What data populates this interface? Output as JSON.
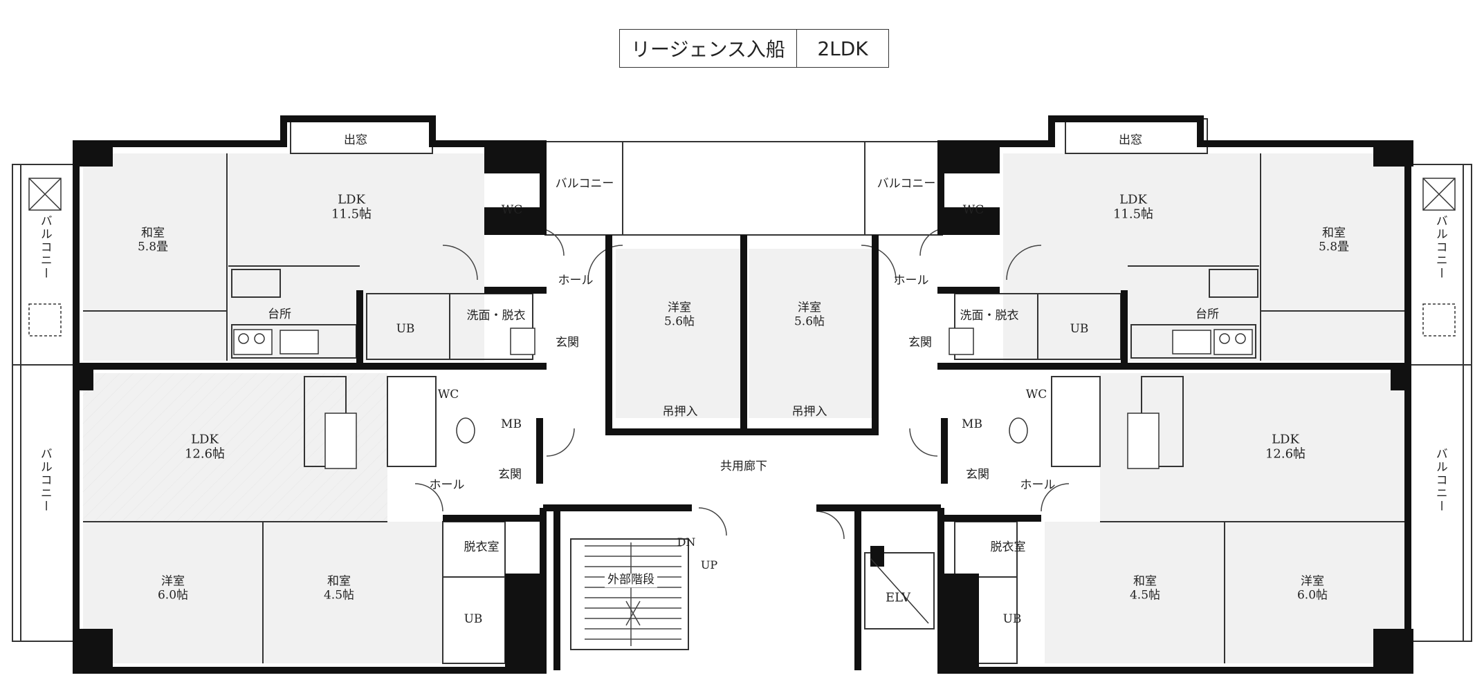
{
  "header": {
    "property_name": "リージェンス入船",
    "layout_type": "2LDK"
  },
  "rooms": {
    "demado": "出窓",
    "balcony": "バルコニー",
    "balcony_side": "バルコニー",
    "wc": "WC",
    "ldk": "LDK",
    "ldk_115": "11.5帖",
    "ldk_126": "12.6帖",
    "washitsu": "和室",
    "area_58": "5.8畳",
    "area_45": "4.5帖",
    "hall": "ホール",
    "kitchen": "台所",
    "ub": "UB",
    "senmen": "洗面・脱衣",
    "genkan": "玄関",
    "youshitsu": "洋室",
    "area_56": "5.6帖",
    "area_60": "6.0帖",
    "tsurioshiire": "吊押入",
    "mb": "MB",
    "datsui": "脱衣室",
    "corridor": "共用廊下",
    "stairs": "外部階段",
    "dn": "DN",
    "up": "UP",
    "elv": "ELV"
  }
}
